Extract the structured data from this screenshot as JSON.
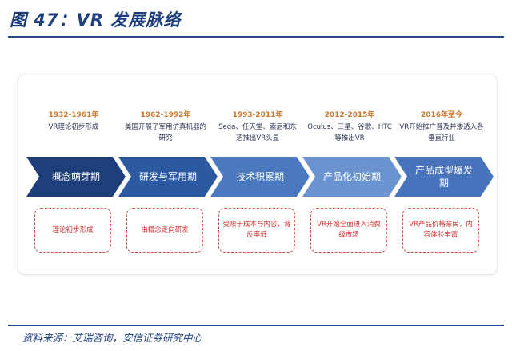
{
  "title": "图 47：VR 发展脉络",
  "phases": [
    {
      "years": "1932-1961年",
      "event": "VR理论初步形成",
      "arrow_label": "概念萌芽期",
      "detail": "理论初步形成",
      "arrow_color": "#1f3f7a"
    },
    {
      "years": "1962-1992年",
      "event": "美国开展了军用仿真机器的研究",
      "arrow_label": "研发与军用期",
      "detail": "由概念走向研发",
      "arrow_color": "#2c5aa0"
    },
    {
      "years": "1993-2011年",
      "event": "Sega、任天堂、索尼和东芝推出VR头显",
      "arrow_label": "技术积累期",
      "detail": "受限于成本与内容，背反率低",
      "arrow_color": "#4a79c0"
    },
    {
      "years": "2012-2015年",
      "event": "Oculus、三星、谷歌、HTC等推出VR",
      "arrow_label": "产品化初始期",
      "detail": "VR开始全面进入消费级市场",
      "arrow_color": "#6b93cf"
    },
    {
      "years": "2016年至今",
      "event": "VR开始推广普及并渗透入各垂直行业",
      "arrow_label": "产品成型爆发期",
      "detail": "VR产品价格亲民，内容体验丰富",
      "arrow_color": "#4673bc"
    }
  ],
  "colors": {
    "title": "#1d3f7e",
    "years": "#c9772c",
    "detail_border": "#d24a4a",
    "detail_text": "#d03030"
  },
  "source": "资料来源：艾瑞咨询，安信证券研究中心"
}
